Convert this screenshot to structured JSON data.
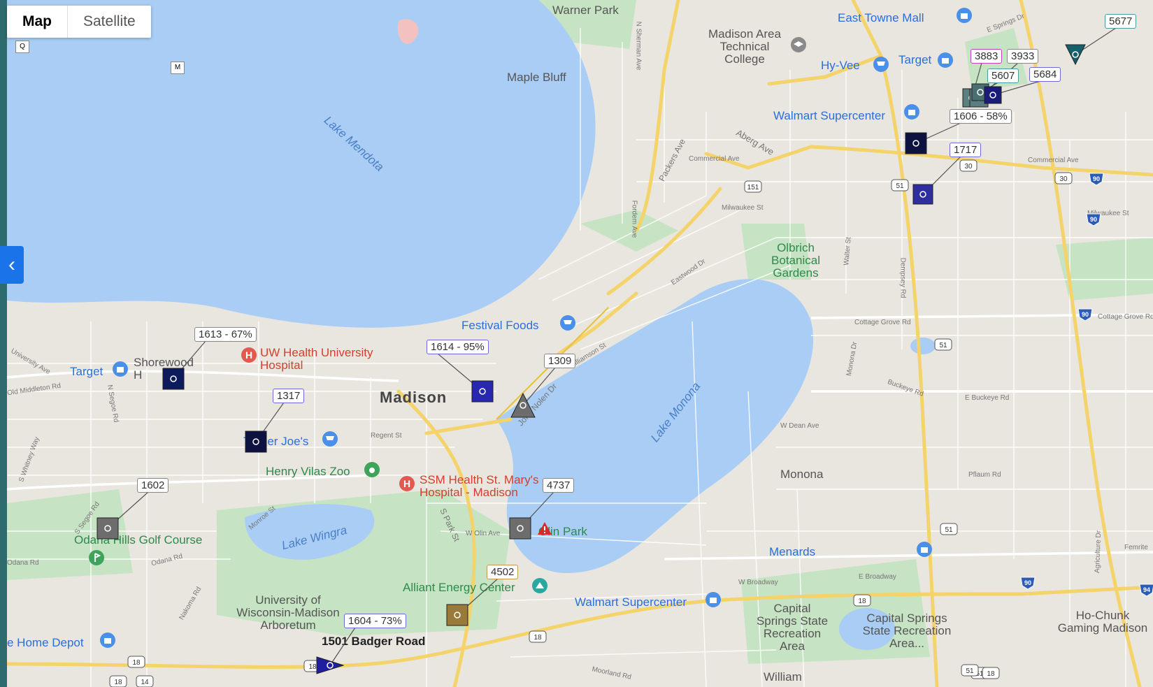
{
  "map_type": {
    "map_label": "Map",
    "satellite_label": "Satellite"
  },
  "labels": {
    "warner_park": "Warner Park",
    "east_towne_mall": "East Towne Mall",
    "matc": "Madison Area Technical College",
    "maple_bluff": "Maple Bluff",
    "hyvee": "Hy-Vee",
    "target_east": "Target",
    "walmart_east": "Walmart Supercenter",
    "lake_mendota": "Lake Mendota",
    "aberg_ave": "Aberg Ave",
    "packers_ave": "Packers Ave",
    "commercial_ave": "Commercial Ave",
    "commercial_ave2": "Commercial Ave",
    "milwaukee_st": "Milwaukee St",
    "milwaukee_st2": "Milwaukee St",
    "olbrich": "Olbrich Botanical Gardens",
    "festival_foods": "Festival Foods",
    "target_west": "Target",
    "shorewood": "Shorewood H",
    "uw_health": "UW Health University Hospital",
    "madison": "Madison",
    "john_nolen": "John Nolen Dr",
    "williamson": "Williamson St",
    "lake_monona": "Lake Monona",
    "trader_joes": "Trader Joe's",
    "regent_st": "Regent St",
    "henry_vilas": "Henry Vilas Zoo",
    "ssm_health": "SSM Health St. Mary's Hospital - Madison",
    "monona": "Monona",
    "odana_hills": "Odana Hills Golf Course",
    "lake_wingra": "Lake Wingra",
    "olin_park": "Olin Park",
    "w_olin_ave": "W Olin Ave",
    "s_park_st": "S Park St",
    "menards": "Menards",
    "alliant": "Alliant Energy Center",
    "walmart_south": "Walmart Supercenter",
    "uw_arboretum": "University of Wisconsin-Madison Arboretum",
    "badger_road": "1501 Badger Road",
    "capital_springs1": "Capital Springs State Recreation Area",
    "capital_springs2": "Capital Springs State Recreation Area...",
    "ho_chunk": "Ho-Chunk Gaming Madison",
    "home_depot": "e Home Depot",
    "william": "William",
    "e_broadway": "E Broadway",
    "w_broadway": "W Broadway",
    "cottage_grove": "Cottage Grove Rd",
    "cottage_grove2": "Cottage Grove Rd",
    "buckeye": "Buckeye Rd",
    "e_buckeye": "E Buckeye Rd",
    "pflaum": "Pflaum Rd",
    "w_dean": "W Dean Ave",
    "eastwood": "Eastwood Dr",
    "odana_rd": "Odana Rd",
    "odana_rd2": "Odana Rd",
    "university_ave": "University Ave",
    "old_middleton": "Old Middleton Rd",
    "monroe_st": "Monroe St",
    "s_segoe": "S Segoe Rd",
    "nakoma": "Nakoma Rd",
    "moorland": "Moorland Rd",
    "n_sherman": "N Sherman Ave",
    "fordem": "Fordem Ave",
    "dempsey": "Dempsey Rd",
    "monona_dr": "Monona Dr",
    "walter_st": "Walter St",
    "e_springs": "E Springs Dr",
    "femrite": "Femrite",
    "agriculture": "Agriculture Dr",
    "whitney": "S Whitney Way",
    "n_segoe": "N Segoe Rd"
  },
  "markers": [
    {
      "id": "5677",
      "label": "5677",
      "shape": "triangle-down",
      "color": "#14606b"
    },
    {
      "id": "3883",
      "label": "3883",
      "shape": "square",
      "color": "#5a7f80"
    },
    {
      "id": "3933",
      "label": "3933",
      "shape": "square",
      "color": "#5a7f80"
    },
    {
      "id": "5607",
      "label": "5607",
      "shape": "square",
      "color": "#4a6f70"
    },
    {
      "id": "5684",
      "label": "5684",
      "shape": "square",
      "color": "#1b1b7a"
    },
    {
      "id": "1606",
      "label": "1606 - 58%",
      "shape": "square",
      "color": "#0d1240"
    },
    {
      "id": "1717",
      "label": "1717",
      "shape": "square",
      "color": "#2e2e9e"
    },
    {
      "id": "1613",
      "label": "1613 - 67%",
      "shape": "square",
      "color": "#0d1a5c"
    },
    {
      "id": "1317",
      "label": "1317",
      "shape": "square",
      "color": "#0d1240"
    },
    {
      "id": "1614",
      "label": "1614 - 95%",
      "shape": "square",
      "color": "#2727b0"
    },
    {
      "id": "1309",
      "label": "1309",
      "shape": "triangle-up",
      "color": "#6d6d6d"
    },
    {
      "id": "1602",
      "label": "1602",
      "shape": "square",
      "color": "#6d6d6d"
    },
    {
      "id": "4737",
      "label": "4737",
      "shape": "square",
      "color": "#6d6d6d"
    },
    {
      "id": "4502",
      "label": "4502",
      "shape": "square",
      "color": "#9a7a3a"
    },
    {
      "id": "1604",
      "label": "1604 - 73%",
      "shape": "triangle-right",
      "color": "#1e1e9e"
    }
  ],
  "highway_shields": [
    "151",
    "51",
    "51",
    "51",
    "51",
    "30",
    "30",
    "90",
    "90",
    "90",
    "94",
    "90",
    "18",
    "18",
    "18",
    "18",
    "14",
    "18",
    "51",
    "18"
  ],
  "colors": {
    "water": "#a9cdf5",
    "land": "#e9e6df",
    "park": "#c6e3c3",
    "highway": "#f5d36b",
    "accent": "#1a73e8"
  }
}
